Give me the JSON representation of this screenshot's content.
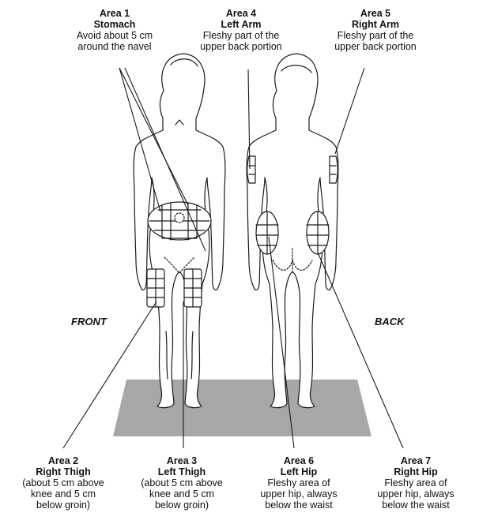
{
  "areas": [
    {
      "id": "a1",
      "title": "Area 1",
      "name": "Stomach",
      "desc": [
        "Avoid about 5 cm",
        "around the navel"
      ]
    },
    {
      "id": "a4",
      "title": "Area 4",
      "name": "Left Arm",
      "desc": [
        "Fleshy part of the",
        "upper back portion"
      ]
    },
    {
      "id": "a5",
      "title": "Area 5",
      "name": "Right Arm",
      "desc": [
        "Fleshy part of the",
        "upper back portion"
      ]
    },
    {
      "id": "a2",
      "title": "Area 2",
      "name": "Right Thigh",
      "desc": [
        "(about 5 cm above",
        "knee and 5 cm",
        "below groin)"
      ]
    },
    {
      "id": "a3",
      "title": "Area 3",
      "name": "Left Thigh",
      "desc": [
        "(about 5 cm above",
        "knee and 5 cm",
        "below groin)"
      ]
    },
    {
      "id": "a6",
      "title": "Area 6",
      "name": "Left Hip",
      "desc": [
        "Fleshy area of",
        "upper hip, always",
        "below the waist"
      ]
    },
    {
      "id": "a7",
      "title": "Area 7",
      "name": "Right Hip",
      "desc": [
        "Fleshy area of",
        "upper hip, always",
        "below the waist"
      ]
    }
  ],
  "views": {
    "front": "FRONT",
    "back": "BACK"
  },
  "colors": {
    "floor": "#a7a7a7",
    "line": "#1a1a1a"
  }
}
